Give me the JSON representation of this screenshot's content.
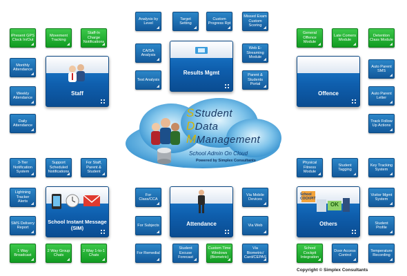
{
  "center": {
    "title_line1": "Student",
    "title_line2": "Data",
    "title_line3": "Management",
    "subtitle": "School Admin On Cloud",
    "powered": "Powered by Simplex Consultants"
  },
  "modules": {
    "staff": "Staff",
    "results": "Results Mgmt",
    "offence": "Offence",
    "sim": "School Instant Message (SIM)",
    "attendance": "Attendance",
    "others": "Others",
    "others_logo_text": "School COCKPIT",
    "others_ok": "OK"
  },
  "tiles": {
    "ipresent": "iPresent GPS Clock In/Out",
    "movement": "Movement Tracking",
    "staff_in_charge": "Staff-In Charge Notifications",
    "monthly": "Monthly Attendance",
    "weekly": "Weekly Attendance",
    "daily": "Daily Attendance",
    "analysis_level": "Analysis by Level",
    "target_setting": "Target Setting",
    "custom_progress": "Custom Progress Rpt",
    "missed_exam": "Missed Exam Custom Scoring",
    "ca_sa": "CA/SA Analysis",
    "web_streaming": "Web E-Streaming Module",
    "test_analysis": "Test Analysis",
    "parent_portal": "Parent & Students Portal",
    "general_offence": "General Offence Module",
    "late_comers": "Late Comers Module",
    "detention": "Detention Class Module",
    "auto_sms": "Auto Parent SMS",
    "auto_letter": "Auto Parent Letter",
    "track_follow": "Track Follow Up Actions",
    "three_tier": "3-Tier Notification System",
    "support_sched": "Support Scheduled Notifications",
    "for_staff": "For Staff, Parent & Student",
    "lightning": "Lightning Tracker Alerts",
    "sms_delivery": "SMS Delivery Report",
    "one_way": "1 Way Broadcast",
    "two_way_group": "2 Way Group Chats",
    "two_way_one": "2 Way 1-to-1 Chats",
    "for_class": "For Class/CCA",
    "for_subjects": "For Subjects",
    "for_remedial": "For Remedial",
    "student_excuse": "Student Excuse Forecast",
    "custom_time": "Custom Time Windows (Biometric)",
    "via_mobile": "Via Mobile Devices",
    "via_web": "Via Web",
    "via_biometric": "Via Biometric/ Card/CEPAS",
    "physical_fitness": "Physical Fitness Module",
    "student_tagging": "Student Tagging",
    "key_tracking": "Key Tracking System",
    "visitor_mgmt": "Visitor Mgmt System",
    "student_profile": "Student Profile",
    "cockpit_integration": "School Cockpit Integration",
    "door_access": "Door Access Control",
    "temperature": "Temperature Recording"
  },
  "footer": {
    "copyright": "Copyright © Simplex Consultants"
  },
  "colors": {
    "tile_blue": "#13599b",
    "tile_green": "#119b22",
    "module_blue": "#0f5fae",
    "cloud": "#7ec3ea",
    "title_blue": "#1a3a66",
    "title_gold": "#d7b400"
  }
}
